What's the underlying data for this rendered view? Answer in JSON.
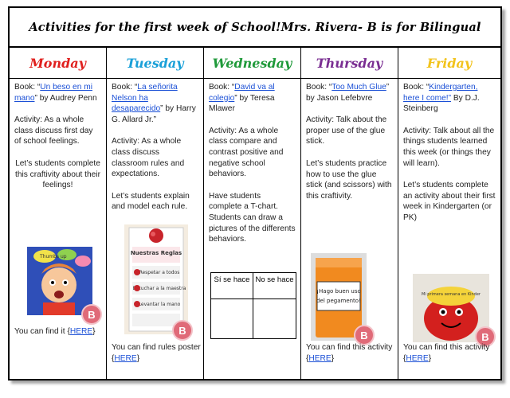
{
  "title": {
    "left": "Activities for the first week of School!",
    "right": "Mrs. Rivera- B is for Bilingual"
  },
  "days": [
    {
      "name": "Monday",
      "color": "#e0201e",
      "book_prefix": "Book: “",
      "book_title": "Un beso en mi mano",
      "book_suffix": "” by Audrey Penn",
      "activity": "Activity: As a whole class discuss first day of school feelings.",
      "extra": "Let’s students complete this craftivity about their feelings!",
      "find_prefix": "You can find it {",
      "find_link": "HERE",
      "find_suffix": "}",
      "image_text": "Thumbs up"
    },
    {
      "name": "Tuesday",
      "color": "#19a0d8",
      "book_prefix": "Book: “",
      "book_title": "La señorita Nelson ha desaparecido",
      "book_suffix": "” by Harry G. Allard Jr.”",
      "activity": "Activity: As a whole class discuss classroom rules and expectations.",
      "extra": "Let’s students explain and model each rule.",
      "find_prefix": "You can find rules poster {",
      "find_link": "HERE",
      "find_suffix": "}",
      "poster_lines": [
        "Nuestras Reglas",
        "Respetar a todos",
        "Escuchar a la maestra",
        "Levantar la mano"
      ]
    },
    {
      "name": "Wednesday",
      "color": "#1f9a3a",
      "book_prefix": "Book: “",
      "book_title": "David va al colegio",
      "book_suffix": "” by Teresa Mlawer",
      "activity": "Activity: As a whole class compare and contrast positive and negative school behaviors.",
      "extra": "Have students complete a T-chart. Students can draw a pictures of the differents behaviors.",
      "tchart": [
        "Sí se hace",
        "No se hace"
      ]
    },
    {
      "name": "Thursday",
      "color": "#7a2e92",
      "book_prefix": "Book: “",
      "book_title": "Too Much Glue",
      "book_suffix": "” by Jason Lefebvre",
      "activity": "Activity: Talk about the proper use of the glue stick.",
      "extra": "Let’s students practice how to use the glue stick (and scissors)  with this craftivity.",
      "find_prefix": "You can find this activity {",
      "find_link": "HERE",
      "find_suffix": "}",
      "glue_text": "¡Hago buen uso del pegamento!"
    },
    {
      "name": "Friday",
      "color": "#f2c31c",
      "book_prefix": "Book: “",
      "book_title": "Kindergarten, here I come!”",
      "book_suffix": " By D.J. Steinberg",
      "activity": "Activity: Talk about all the things students learned this week (or things they will learn).",
      "extra": "Let’s students complete an activity about their first week in Kindergarten (or PK)",
      "find_prefix": "You can find this activity {",
      "find_link": "HERE",
      "find_suffix": "}",
      "hat_text": "Mi primera semana en Kinder"
    }
  ],
  "badge_letter": "B"
}
